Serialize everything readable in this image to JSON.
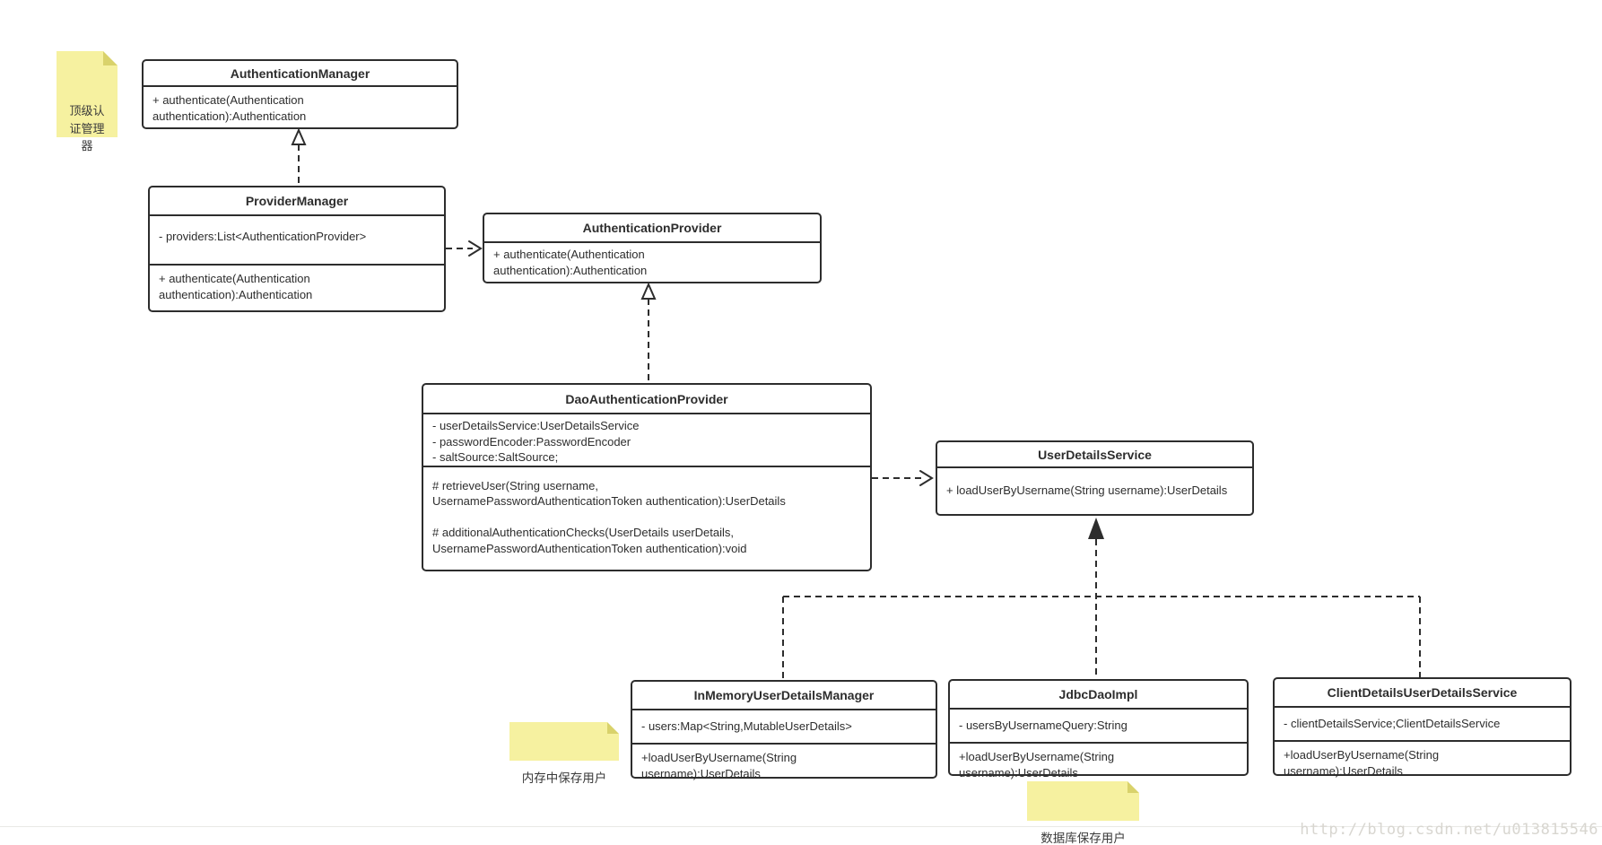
{
  "watermark": {
    "text": "http://blog.csdn.net/u013815546"
  },
  "colors": {
    "box_border": "#2d2d2d",
    "box_background": "#ffffff",
    "text": "#2d2d2d",
    "note_background": "#f6f1a0",
    "note_fold": "#d9d26b",
    "connector": "#2d2d2d",
    "watermark": "#d8d6d0"
  },
  "notes": [
    {
      "text": "顶级认\n证管理\n器"
    },
    {
      "text": "内存中保存用户"
    },
    {
      "text": "数据库保存用户"
    }
  ],
  "classes": [
    {
      "name": "AuthenticationManager",
      "methods": "+ authenticate(Authentication\nauthentication):Authentication"
    },
    {
      "name": "ProviderManager",
      "attributes": "- providers:List<AuthenticationProvider>",
      "methods": "+ authenticate(Authentication\nauthentication):Authentication"
    },
    {
      "name": "AuthenticationProvider",
      "methods": "+ authenticate(Authentication\nauthentication):Authentication"
    },
    {
      "name": "DaoAuthenticationProvider",
      "attributes": "- userDetailsService:UserDetailsService\n- passwordEncoder:PasswordEncoder\n- saltSource:SaltSource;",
      "methods": "# retrieveUser(String username,\nUsernamePasswordAuthenticationToken authentication):UserDetails\n\n# additionalAuthenticationChecks(UserDetails userDetails,\nUsernamePasswordAuthenticationToken authentication):void"
    },
    {
      "name": "UserDetailsService",
      "methods": "+ loadUserByUsername(String username):UserDetails"
    },
    {
      "name": "InMemoryUserDetailsManager",
      "attributes": "- users:Map<String,MutableUserDetails>",
      "methods": "+loadUserByUsername(String\nusername):UserDetails"
    },
    {
      "name": "JdbcDaoImpl",
      "attributes": "- usersByUsernameQuery:String",
      "methods": "+loadUserByUsername(String\nusername):UserDetails"
    },
    {
      "name": "ClientDetailsUserDetailsService",
      "attributes": "- clientDetailsService;ClientDetailsService",
      "methods": "+loadUserByUsername(String\nusername):UserDetails"
    }
  ],
  "relationships": [
    {
      "from": "ProviderManager",
      "to": "AuthenticationManager",
      "type": "realization"
    },
    {
      "from": "ProviderManager",
      "to": "AuthenticationProvider",
      "type": "dependency"
    },
    {
      "from": "DaoAuthenticationProvider",
      "to": "AuthenticationProvider",
      "type": "realization"
    },
    {
      "from": "DaoAuthenticationProvider",
      "to": "UserDetailsService",
      "type": "dependency"
    },
    {
      "from": "InMemoryUserDetailsManager",
      "to": "UserDetailsService",
      "type": "realization"
    },
    {
      "from": "JdbcDaoImpl",
      "to": "UserDetailsService",
      "type": "realization"
    },
    {
      "from": "ClientDetailsUserDetailsService",
      "to": "UserDetailsService",
      "type": "realization"
    }
  ]
}
